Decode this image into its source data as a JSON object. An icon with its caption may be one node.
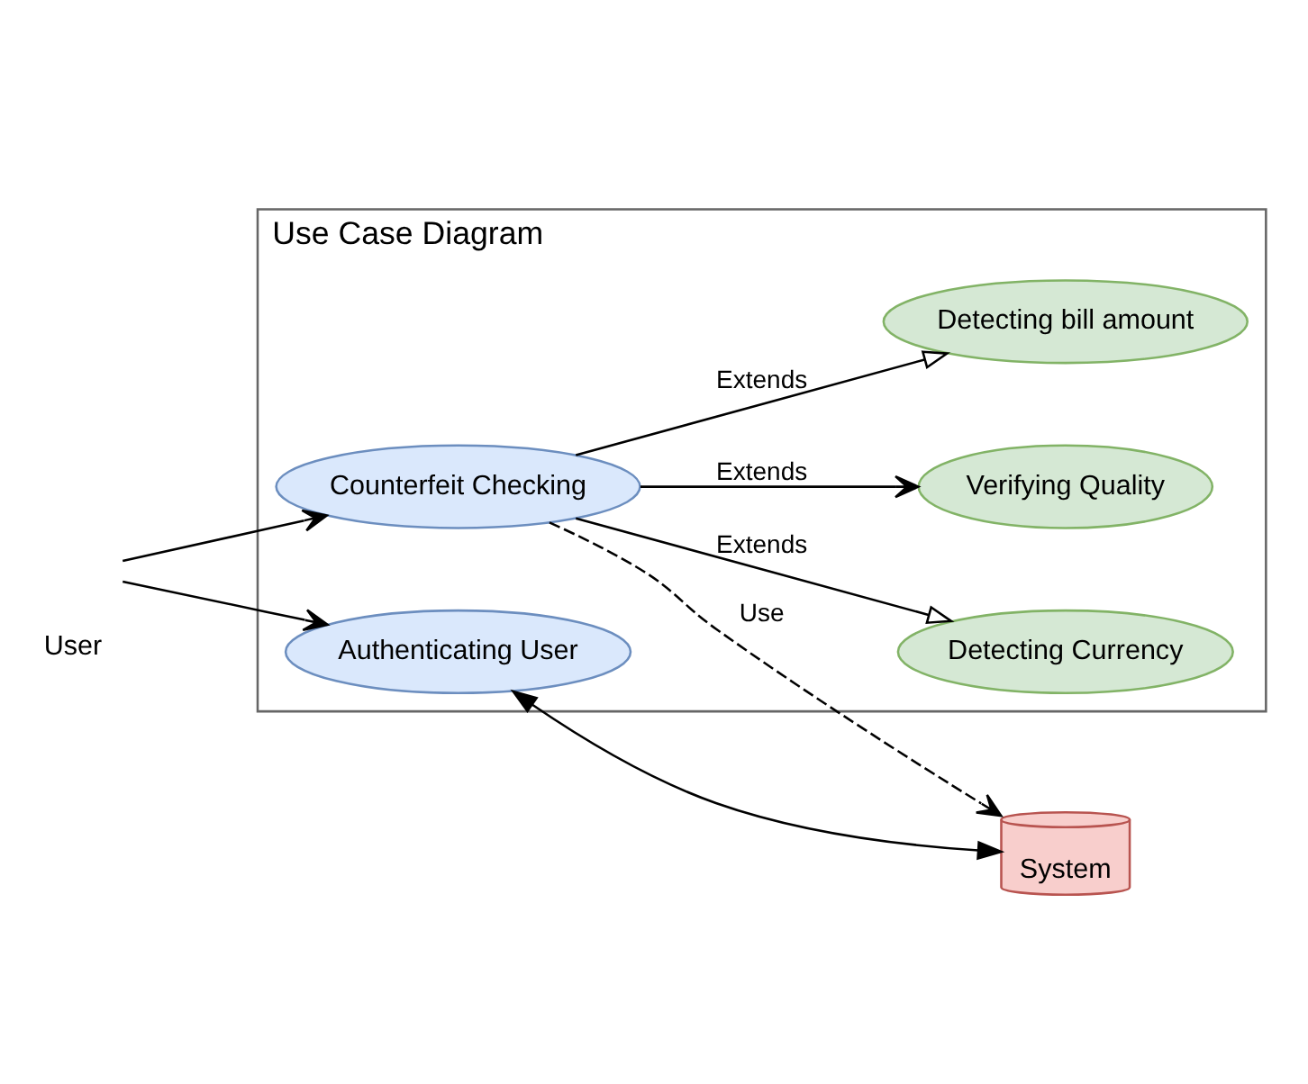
{
  "diagram": {
    "nodes": [
      {
        "text": [
          "Use Case Diagram"
        ]
      },
      {
        "text": [
          "User"
        ]
      },
      {
        "text": [
          "Counterfeit Checking"
        ],
        "in": 0
      },
      {
        "text": [
          "Detecting Currency"
        ],
        "in": 0
      },
      {
        "text": [
          "Verifying Quality"
        ],
        "in": 0
      },
      {
        "text": [
          "Detecting bill amount"
        ],
        "in": 0
      },
      {
        "text": [
          "Authenticating User"
        ],
        "in": 0
      },
      {
        "text": [
          "System"
        ]
      }
    ],
    "edges": [
      {
        "from": 1,
        "to": 2,
        "arrow": "to"
      },
      {
        "from": 2,
        "to": 3,
        "arrow": "to",
        "label": "Extends"
      },
      {
        "from": 2,
        "to": 4,
        "arrow": "to",
        "label": "Extends"
      },
      {
        "from": 2,
        "to": 5,
        "arrow": "to",
        "label": "Extends"
      },
      {
        "from": 2,
        "to": 7,
        "arrow": "to",
        "label": "Use",
        "style": "dashed"
      },
      {
        "from": 1,
        "to": 6,
        "arrow": "to"
      },
      {
        "from": 7,
        "to": 6,
        "arrow": "both"
      }
    ]
  }
}
